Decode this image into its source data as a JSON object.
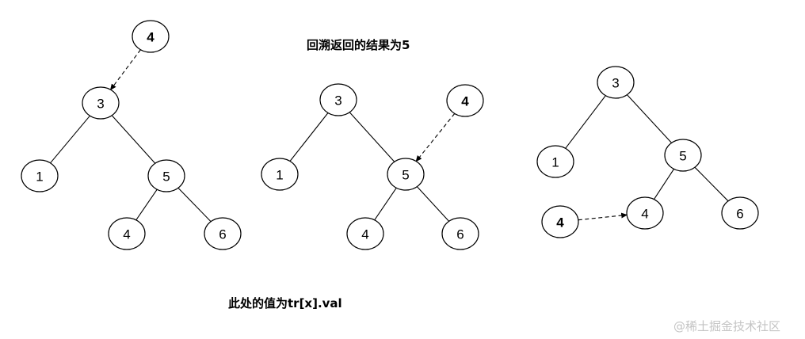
{
  "captions": {
    "backtrack_result": "回溯返回的结果为5",
    "value_here": "此处的值为tr[x].val"
  },
  "watermark": "@稀土掘金技术社区",
  "colors": {
    "stroke": "#000000",
    "fill": "#ffffff",
    "watermark": "#c4c4c4"
  },
  "panels": [
    {
      "id": "panel-1",
      "nodes": [
        {
          "id": "root",
          "label": "3"
        },
        {
          "id": "left",
          "label": "1"
        },
        {
          "id": "right",
          "label": "5"
        },
        {
          "id": "right-left",
          "label": "4"
        },
        {
          "id": "right-right",
          "label": "6"
        },
        {
          "id": "insert",
          "label": "4",
          "bold": true
        }
      ],
      "edges": [
        [
          "root",
          "left"
        ],
        [
          "root",
          "right"
        ],
        [
          "right",
          "right-left"
        ],
        [
          "right",
          "right-right"
        ]
      ],
      "pointer": {
        "from": "insert",
        "to": "root"
      }
    },
    {
      "id": "panel-2",
      "nodes": [
        {
          "id": "root",
          "label": "3"
        },
        {
          "id": "left",
          "label": "1"
        },
        {
          "id": "right",
          "label": "5"
        },
        {
          "id": "right-left",
          "label": "4"
        },
        {
          "id": "right-right",
          "label": "6"
        },
        {
          "id": "insert",
          "label": "4",
          "bold": true
        }
      ],
      "edges": [
        [
          "root",
          "left"
        ],
        [
          "root",
          "right"
        ],
        [
          "right",
          "right-left"
        ],
        [
          "right",
          "right-right"
        ]
      ],
      "pointer": {
        "from": "insert",
        "to": "right"
      }
    },
    {
      "id": "panel-3",
      "nodes": [
        {
          "id": "root",
          "label": "3"
        },
        {
          "id": "left",
          "label": "1"
        },
        {
          "id": "right",
          "label": "5"
        },
        {
          "id": "right-left",
          "label": "4"
        },
        {
          "id": "right-right",
          "label": "6"
        },
        {
          "id": "insert",
          "label": "4",
          "bold": true
        }
      ],
      "edges": [
        [
          "root",
          "left"
        ],
        [
          "root",
          "right"
        ],
        [
          "right",
          "right-left"
        ],
        [
          "right",
          "right-right"
        ]
      ],
      "pointer": {
        "from": "insert",
        "to": "right-left"
      }
    }
  ]
}
